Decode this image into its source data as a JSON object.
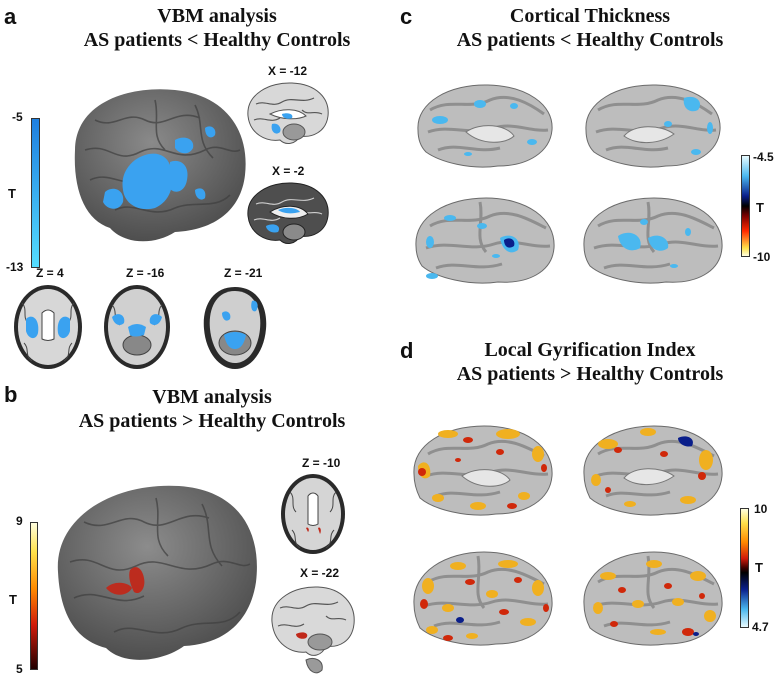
{
  "panels": {
    "a": {
      "letter": "a",
      "title_line1": "VBM analysis",
      "title_line2": "AS patients < Healthy Controls",
      "colorbar": {
        "top": "-5",
        "axis": "T",
        "bottom": "-13",
        "color_start": "#1e7fe0",
        "color_end": "#55ddff"
      },
      "slices": [
        "X = -12",
        "X = -2",
        "Z = 4",
        "Z = -16",
        "Z = -21"
      ]
    },
    "b": {
      "letter": "b",
      "title_line1": "VBM analysis",
      "title_line2": "AS patients > Healthy Controls",
      "colorbar": {
        "top": "9",
        "axis": "T",
        "bottom": "5",
        "color_start": "#ffffe0",
        "color_end": "#200000"
      },
      "slices": [
        "Z = -10",
        "X = -22"
      ]
    },
    "c": {
      "letter": "c",
      "title_line1": "Cortical Thickness",
      "title_line2": "AS patients < Healthy Controls",
      "colorbar": {
        "top": "-4.5",
        "axis": "T",
        "bottom": "-10"
      }
    },
    "d": {
      "letter": "d",
      "title_line1": "Local Gyrification Index",
      "title_line2": "AS patients > Healthy Controls",
      "colorbar": {
        "top": "10",
        "axis": "T",
        "bottom": "4.7"
      }
    }
  },
  "colors": {
    "brain": "#6f6f6f",
    "blue_cluster": "#3aa2f0",
    "red_cluster": "#c0281a"
  }
}
